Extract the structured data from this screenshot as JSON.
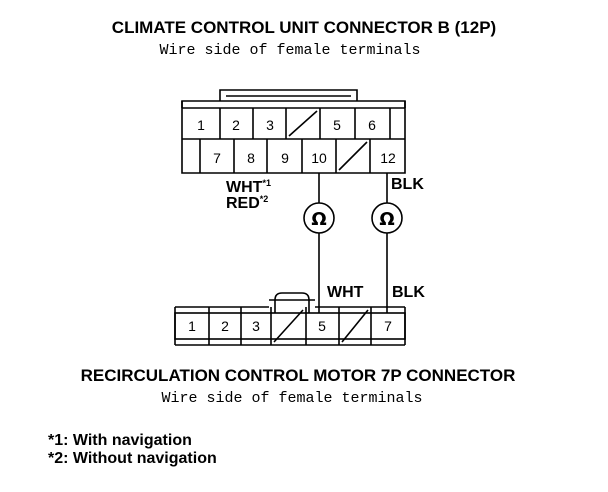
{
  "top_connector": {
    "title": "CLIMATE CONTROL UNIT CONNECTOR B (12P)",
    "subtitle": "Wire side of female terminals",
    "row1": [
      "1",
      "2",
      "3",
      "",
      "5",
      "6"
    ],
    "row2": [
      "7",
      "8",
      "9",
      "10",
      "",
      "12"
    ]
  },
  "bottom_connector": {
    "title": "RECIRCULATION CONTROL MOTOR 7P CONNECTOR",
    "subtitle": "Wire side of female terminals",
    "pins": [
      "1",
      "2",
      "3",
      "",
      "5",
      "",
      "7"
    ]
  },
  "wires": {
    "wht_label": "WHT",
    "wht_sup": "*1",
    "red_label": "RED",
    "red_sup": "*2",
    "blk_top": "BLK",
    "wht_bottom": "WHT",
    "blk_bottom": "BLK"
  },
  "meters": {
    "symbol": "Ω"
  },
  "notes": [
    "*1: With navigation",
    "*2: Without navigation"
  ]
}
